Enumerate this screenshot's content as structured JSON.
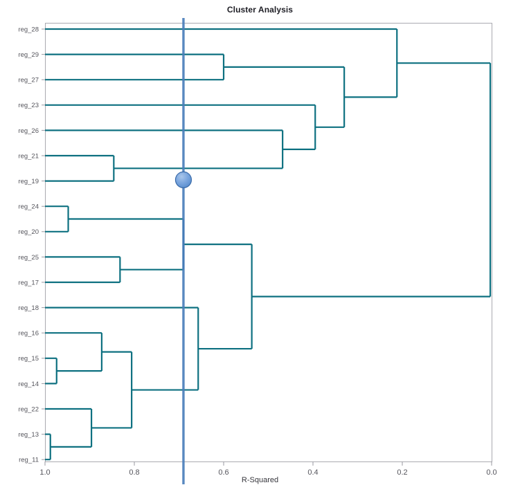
{
  "title": "Cluster Analysis",
  "axes": {
    "x_title": "R-Squared",
    "x_ticks": [
      "1.0",
      "0.8",
      "0.6",
      "0.4",
      "0.2",
      "0.0"
    ],
    "x_tick_values": [
      1.0,
      0.8,
      0.6,
      0.4,
      0.2,
      0.0
    ],
    "x_min": 1.0,
    "x_max": 0.0,
    "y_labels": [
      "reg_28",
      "reg_29",
      "reg_27",
      "reg_23",
      "reg_26",
      "reg_21",
      "reg_19",
      "reg_24",
      "reg_20",
      "reg_25",
      "reg_17",
      "reg_18",
      "reg_16",
      "reg_15",
      "reg_14",
      "reg_22",
      "reg_13",
      "reg_11"
    ]
  },
  "colors": {
    "link": "#0d7080",
    "cut_line": "#4a7ebb",
    "marker_fill": "#6f9edb",
    "marker_stroke": "#3a6aa8",
    "frame": "#aaaab0",
    "text": "#55555c",
    "title": "#1d1d24",
    "background": "#ffffff"
  },
  "cut_line": {
    "r_squared": 0.69,
    "cluster_count": 9
  },
  "chart_data": {
    "type": "dendrogram",
    "title": "Cluster Analysis",
    "xlabel": "R-Squared",
    "ylabel": "",
    "xlim": [
      1.0,
      0.0
    ],
    "grid": false,
    "legend": "none",
    "orientation": "horizontal-right-to-left",
    "leaves": [
      "reg_28",
      "reg_29",
      "reg_27",
      "reg_23",
      "reg_26",
      "reg_21",
      "reg_19",
      "reg_24",
      "reg_20",
      "reg_25",
      "reg_17",
      "reg_18",
      "reg_16",
      "reg_15",
      "reg_14",
      "reg_22",
      "reg_13",
      "reg_11"
    ],
    "cut_r_squared": 0.69,
    "clusters_at_cut": [
      [
        "reg_28"
      ],
      [
        "reg_29",
        "reg_27"
      ],
      [
        "reg_23"
      ],
      [
        "reg_26"
      ],
      [
        "reg_21",
        "reg_19"
      ],
      [
        "reg_24",
        "reg_20",
        "reg_25",
        "reg_17"
      ],
      [
        "reg_18"
      ],
      [
        "reg_16",
        "reg_15",
        "reg_14",
        "reg_22",
        "reg_13",
        "reg_11"
      ]
    ],
    "merges": [
      {
        "id": "m1",
        "left": "reg_15",
        "right": "reg_14",
        "r_squared": 0.974
      },
      {
        "id": "m2",
        "left": "reg_13",
        "right": "reg_11",
        "r_squared": 0.988
      },
      {
        "id": "m3",
        "left": "reg_16",
        "right": "m1",
        "r_squared": 0.873
      },
      {
        "id": "m4",
        "left": "reg_22",
        "right": "m2",
        "r_squared": 0.896
      },
      {
        "id": "m5",
        "left": "reg_24",
        "right": "reg_20",
        "r_squared": 0.948
      },
      {
        "id": "m6",
        "left": "reg_25",
        "right": "reg_17",
        "r_squared": 0.832
      },
      {
        "id": "m7",
        "left": "reg_21",
        "right": "reg_19",
        "r_squared": 0.846
      },
      {
        "id": "m8",
        "left": "reg_29",
        "right": "reg_27",
        "r_squared": 0.6
      },
      {
        "id": "m9",
        "left": "m3",
        "right": "m4",
        "r_squared": 0.806
      },
      {
        "id": "m10",
        "left": "m5",
        "right": "m6",
        "r_squared": 0.69
      },
      {
        "id": "m11",
        "left": "reg_26",
        "right": "m7",
        "r_squared": 0.468
      },
      {
        "id": "m12",
        "left": "m9",
        "right": "reg_18",
        "r_squared": 0.657
      },
      {
        "id": "m13",
        "left": "reg_23",
        "right": "m11",
        "r_squared": 0.395
      },
      {
        "id": "m14",
        "left": "m10",
        "right": "m12",
        "r_squared": 0.537
      },
      {
        "id": "m15",
        "left": "m8",
        "right": "m13",
        "r_squared": 0.33
      },
      {
        "id": "m16",
        "left": "reg_28",
        "right": "m15",
        "r_squared": 0.212
      },
      {
        "id": "m17",
        "left": "m16",
        "right": "m14",
        "r_squared": 0.003
      }
    ],
    "cut_markers_r_squared": [
      0.69,
      0.69,
      0.69,
      0.69,
      0.69,
      0.69,
      0.69,
      0.69,
      0.69
    ],
    "cut_marker_leaf_anchor": [
      "reg_28",
      "reg_29",
      "reg_27",
      "reg_23",
      "reg_26",
      "reg_21/reg_19",
      "reg_24..reg_17",
      "reg_18",
      "reg_16..reg_11"
    ]
  }
}
